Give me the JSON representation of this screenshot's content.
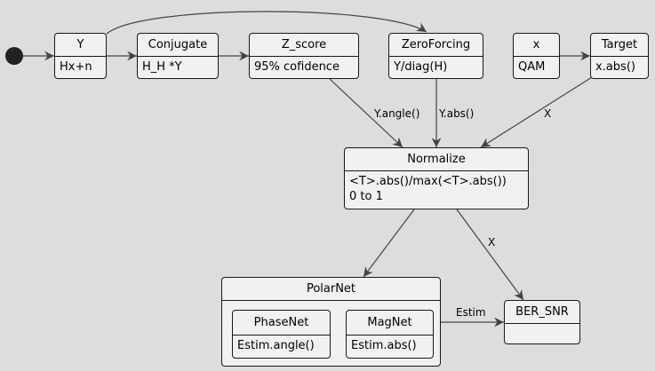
{
  "diagram": {
    "states": {
      "y": {
        "title": "Y",
        "body": [
          "Hx+n"
        ]
      },
      "conjugate": {
        "title": "Conjugate",
        "body": [
          "H_H *Y"
        ]
      },
      "zscore": {
        "title": "Z_score",
        "body": [
          "95% cofidence"
        ]
      },
      "zeroforcing": {
        "title": "ZeroForcing",
        "body": [
          "Y/diag(H)"
        ]
      },
      "x": {
        "title": "x",
        "body": [
          "QAM"
        ]
      },
      "target": {
        "title": "Target",
        "body": [
          "x.abs()"
        ]
      },
      "normalize": {
        "title": "Normalize",
        "body": [
          "<T>.abs()/max(<T>.abs())",
          "0 to 1"
        ]
      },
      "polarnet": {
        "title": "PolarNet"
      },
      "phasenet": {
        "title": "PhaseNet",
        "body": [
          "Estim.angle()"
        ]
      },
      "magnet": {
        "title": "MagNet",
        "body": [
          "Estim.abs()"
        ]
      },
      "ber_snr": {
        "title": "BER_SNR",
        "body": []
      }
    },
    "edge_labels": {
      "zscore_normalize": "Y.angle()",
      "zeroforcing_normalize": "Y.abs()",
      "target_normalize": "X",
      "normalize_ber": "X",
      "polarnet_ber": "Estim"
    }
  }
}
